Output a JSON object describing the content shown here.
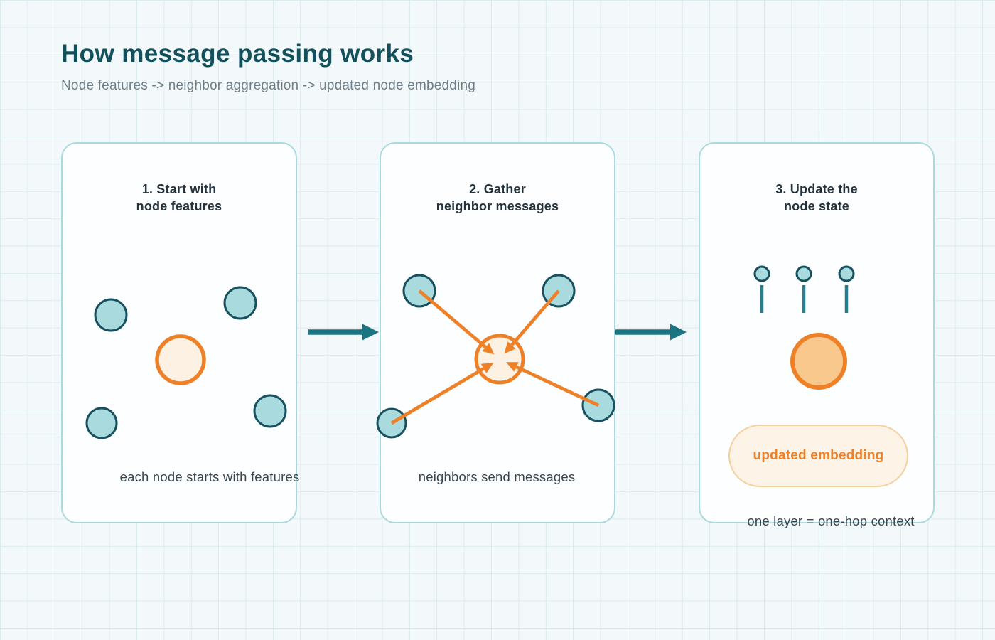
{
  "header": {
    "title": "How message passing works",
    "subtitle": "Node features -> neighbor aggregation -> updated node embedding"
  },
  "cards": [
    {
      "heading_line1": "1. Start with",
      "heading_line2": "node features",
      "caption": "each node starts with features"
    },
    {
      "heading_line1": "2. Gather",
      "heading_line2": "neighbor messages",
      "caption": "neighbors send messages"
    },
    {
      "heading_line1": "3. Update the",
      "heading_line2": "node state",
      "pill_label": "updated embedding",
      "caption": "one layer = one-hop context"
    }
  ],
  "colors": {
    "title_text": "#12505b",
    "subtitle_text": "#6e7e88",
    "heading_text": "#24323c",
    "caption_text": "#37474f",
    "card_border": "#aadade",
    "card_bg": "#fdfeff",
    "node_fill": "#a9dade",
    "node_stroke": "#17505e",
    "orange": "#ee8128",
    "orange_pale": "#fdf1e3",
    "orange_mid": "#f9c88d",
    "pill_bg": "#fdf3e7",
    "pill_border": "#f6cf9e",
    "flow_arrow": "#1b7482",
    "stem_teal": "#2a7d8c",
    "page_bg": "#f3f9fa",
    "grid_line": "#dcebef"
  }
}
